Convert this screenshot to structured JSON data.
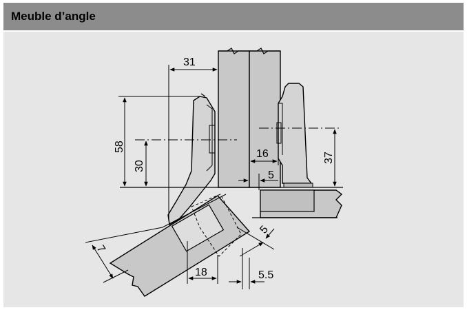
{
  "header": {
    "title": "Meuble d’angle"
  },
  "dimensions": {
    "d31": "31",
    "d58": "58",
    "d30": "30",
    "d16": "16",
    "d5_top": "5",
    "d37": "37",
    "d5_diag": "5",
    "d7": "7",
    "d18": "18",
    "d5_5": "5.5"
  }
}
